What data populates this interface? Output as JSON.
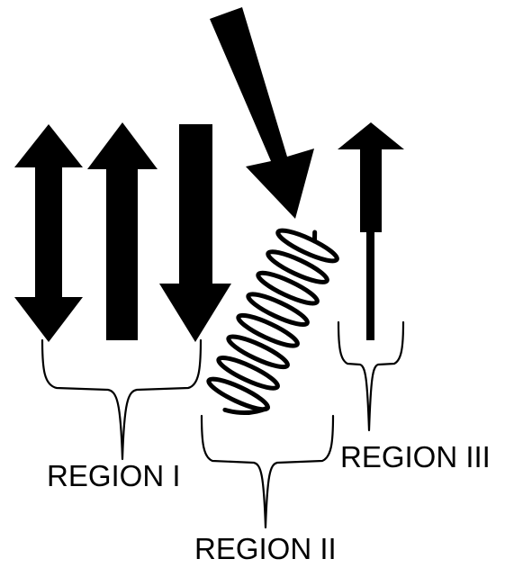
{
  "labels": {
    "region_1": "REGION I",
    "region_2": "REGION II",
    "region_3": "REGION III"
  },
  "colors": {
    "ink": "#000000",
    "background": "#ffffff"
  }
}
